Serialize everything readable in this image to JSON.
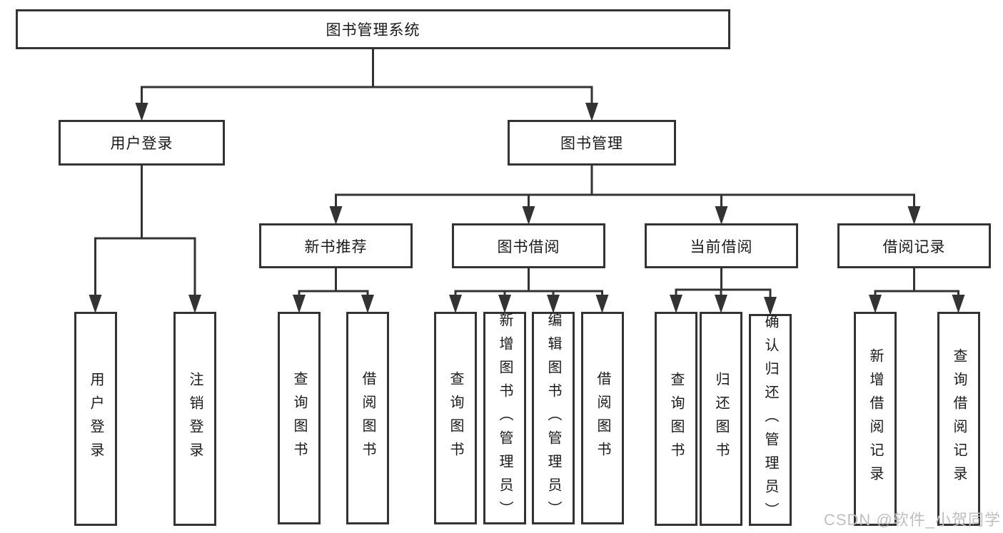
{
  "diagram": {
    "root": "图书管理系统",
    "branches": [
      {
        "label": "用户登录",
        "leaves": [
          "用户登录",
          "注销登录"
        ]
      },
      {
        "label": "图书管理",
        "sections": [
          {
            "label": "新书推荐",
            "leaves": [
              "查询图书",
              "借阅图书"
            ]
          },
          {
            "label": "图书借阅",
            "leaves": [
              "查询图书",
              "新增图书（管理员）",
              "编辑图书（管理员）",
              "借阅图书"
            ]
          },
          {
            "label": "当前借阅",
            "leaves": [
              "查询图书",
              "归还图书",
              "确认归还（管理员）"
            ]
          },
          {
            "label": "借阅记录",
            "leaves": [
              "新增借阅记录",
              "查询借阅记录"
            ]
          }
        ]
      }
    ]
  },
  "watermark": "CSDN @软件_小贺同学",
  "colors": {
    "line": "#333333",
    "box_fill": "#ffffff",
    "text": "#1a1a1a",
    "watermark": "#bfbfbf",
    "background": "#ffffff"
  }
}
